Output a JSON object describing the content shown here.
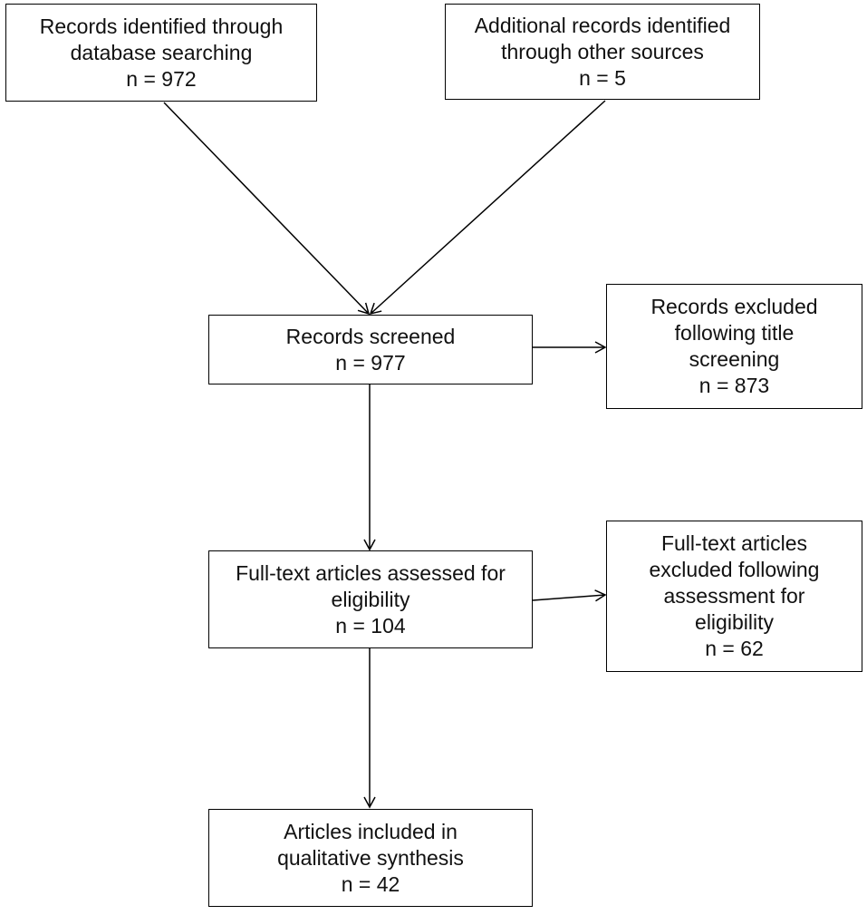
{
  "flowchart": {
    "identified_db": {
      "lines": [
        "Records identified through",
        "database searching",
        "n = 972"
      ]
    },
    "identified_other": {
      "lines": [
        "Additional records identified",
        "through other sources",
        "n = 5"
      ]
    },
    "screened": {
      "lines": [
        "Records screened",
        "n = 977"
      ]
    },
    "excluded_title": {
      "lines": [
        "Records excluded",
        "following title",
        "screening",
        "n = 873"
      ]
    },
    "assessed": {
      "lines": [
        "Full-text articles assessed for",
        "eligibility",
        "n = 104"
      ]
    },
    "excluded_fulltext": {
      "lines": [
        "Full-text articles",
        "excluded following",
        "assessment for",
        "eligibility",
        "n = 62"
      ]
    },
    "included": {
      "lines": [
        "Articles included in",
        "qualitative synthesis",
        "n = 42"
      ]
    }
  }
}
